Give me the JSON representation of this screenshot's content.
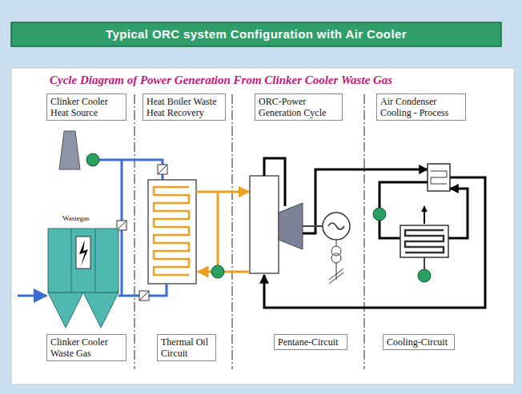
{
  "diagram": {
    "title": "Typical ORC system Configuration with Air Cooler",
    "nodes": [
      {
        "text": [
          "Clinker Cooler Heat Source"
        ]
      },
      {
        "text": [
          "Heat Boiler Waste Heat Recovery"
        ]
      },
      {
        "text": [
          "ORC-Power Generation Cycle"
        ]
      },
      {
        "text": [
          "Air Condenser Cooling - Process"
        ]
      },
      {
        "text": [
          "Clinker Cooler Waste Gas"
        ]
      },
      {
        "text": [
          "Thermal Oil Circuit"
        ]
      },
      {
        "text": [
          "Pentane-Circuit"
        ]
      },
      {
        "text": [
          "Cooling-Circuit"
        ]
      }
    ],
    "labels": [
      "Cycle Diagram of Power Generation From Clinker Cooler Waste Gas",
      "Wastegas"
    ]
  }
}
